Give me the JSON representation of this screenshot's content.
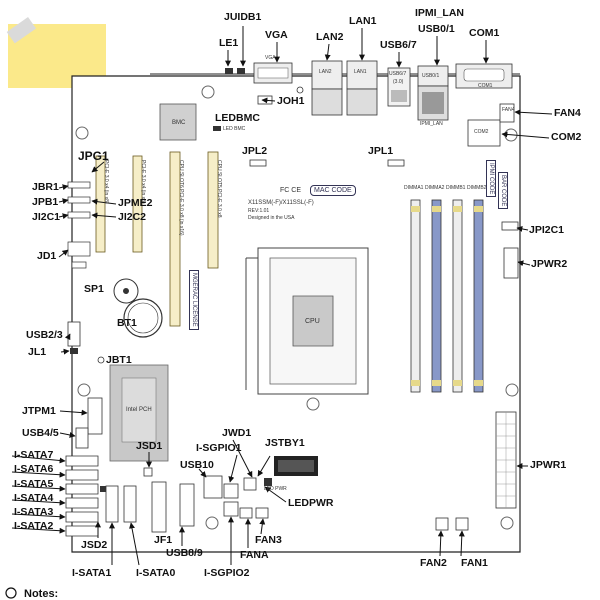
{
  "callouts": {
    "juidb1": "JUIDB1",
    "vga": "VGA",
    "le1": "LE1",
    "lan2": "LAN2",
    "lan1": "LAN1",
    "usb67": "USB6/7",
    "ipmi_lan": "IPMI_LAN",
    "usb01": "USB0/1",
    "com1": "COM1",
    "fan4": "FAN4",
    "joh1": "JOH1",
    "ledbmc": "LEDBMC",
    "com2": "COM2",
    "jpg1": "JPG1",
    "jpl2": "JPL2",
    "jpl1": "JPL1",
    "jbr1": "JBR1",
    "jpb1": "JPB1",
    "jpme2": "JPME2",
    "ji2c1": "JI2C1",
    "ji2c2": "JI2C2",
    "jpi2c1": "JPI2C1",
    "jd1": "JD1",
    "jpwr2": "JPWR2",
    "sp1": "SP1",
    "bt1": "BT1",
    "usb23": "USB2/3",
    "jl1": "JL1",
    "jbt1": "JBT1",
    "jtpm1": "JTPM1",
    "usb45": "USB4/5",
    "jsd1": "JSD1",
    "isgpio1": "I-SGPIO1",
    "jwd1": "JWD1",
    "jstby1": "JSTBY1",
    "usb10": "USB10",
    "isata7": "I-SATA7",
    "isata6": "I-SATA6",
    "isata5": "I-SATA5",
    "isata4": "I-SATA4",
    "isata3": "I-SATA3",
    "isata2": "I-SATA2",
    "jpwr1": "JPWR1",
    "ledpwr": "LEDPWR",
    "jsd2": "JSD2",
    "jf1": "JF1",
    "fan3": "FAN3",
    "fana": "FANA",
    "usb89": "USB8/9",
    "isata1": "I-SATA1",
    "isata0": "I-SATA0",
    "isgpio2": "I-SGPIO2",
    "fan2": "FAN2",
    "fan1": "FAN1"
  },
  "board": {
    "bmc": "BMC",
    "cpu": "CPU",
    "pch": "Intel PCH",
    "mac_code": "MAC CODE",
    "bar_code": "BAR CODE",
    "ipmi_code": "IPMI CODE",
    "license": "MGERAC LICENSE",
    "model": "X11SSM(-F)/X11SSL(-F)",
    "rev": "REV:1.01",
    "designed": "Designed in the USA",
    "fcc": "FC CE",
    "led_bmc": "LED BMC",
    "led_pwr": "LED PWR",
    "dimm_labels": [
      "DIMMA1",
      "DIMMA2",
      "DIMMB1",
      "DIMMB2"
    ],
    "slot_labels": [
      "PCI-E 3.0 x4 (in x8)",
      "PCI-E 3.0 x4 (in x8)",
      "CPU SLOT6 PCI-E 3.0 x8 (in x16)",
      "CPU SLOT5 PCI-E 3.0 x8"
    ],
    "sata_labels": [
      "I-SATA7",
      "I-SATA6",
      "I-SATA5",
      "I-SATA4",
      "I-SATA3",
      "I-SATA2"
    ],
    "port_labels": {
      "vga": "VGA",
      "lan2": "LAN2",
      "lan1": "LAN1",
      "usb67": "USB6/7",
      "usb67_sub": "(3.0)",
      "ipmi": "IPMI_LAN",
      "usb01": "USB0/1",
      "com1": "COM1",
      "com2": "COM2",
      "fan4": "FAN4"
    }
  },
  "notes": {
    "heading": "Notes:"
  }
}
